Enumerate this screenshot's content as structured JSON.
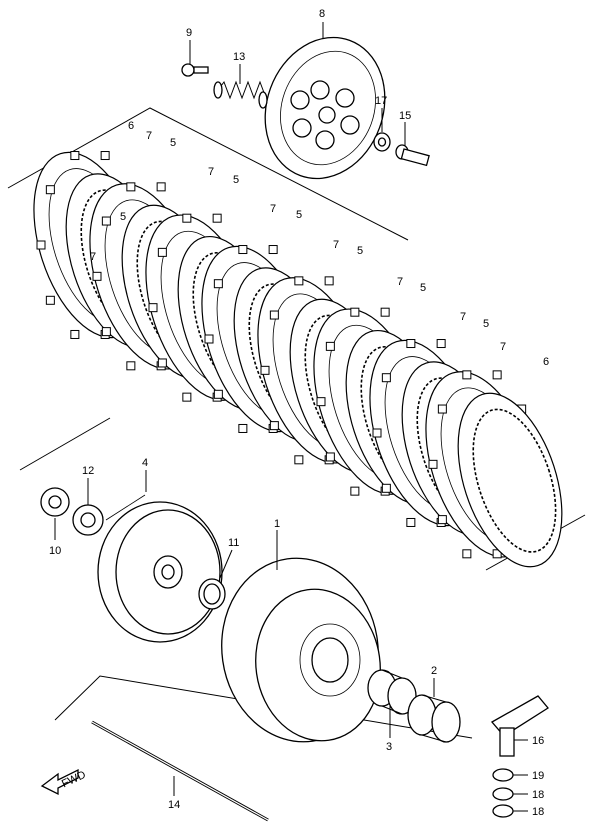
{
  "diagram": {
    "labels": {
      "p1": "1",
      "p2": "2",
      "p3": "3",
      "p4": "4",
      "p6a": "6",
      "p6b": "6",
      "p8": "8",
      "p9": "9",
      "p10": "10",
      "p11": "11",
      "p12": "12",
      "p13": "13",
      "p14": "14",
      "p15": "15",
      "p16": "16",
      "p17": "17",
      "p18a": "18",
      "p18b": "18",
      "p19": "19",
      "p7": [
        "7",
        "7",
        "7",
        "7",
        "7",
        "7",
        "7",
        "7"
      ],
      "p5": [
        "5",
        "5",
        "5",
        "5",
        "5",
        "5",
        "5"
      ]
    },
    "direction_label": "FWD",
    "line_color": "#000000",
    "background": "#ffffff"
  }
}
